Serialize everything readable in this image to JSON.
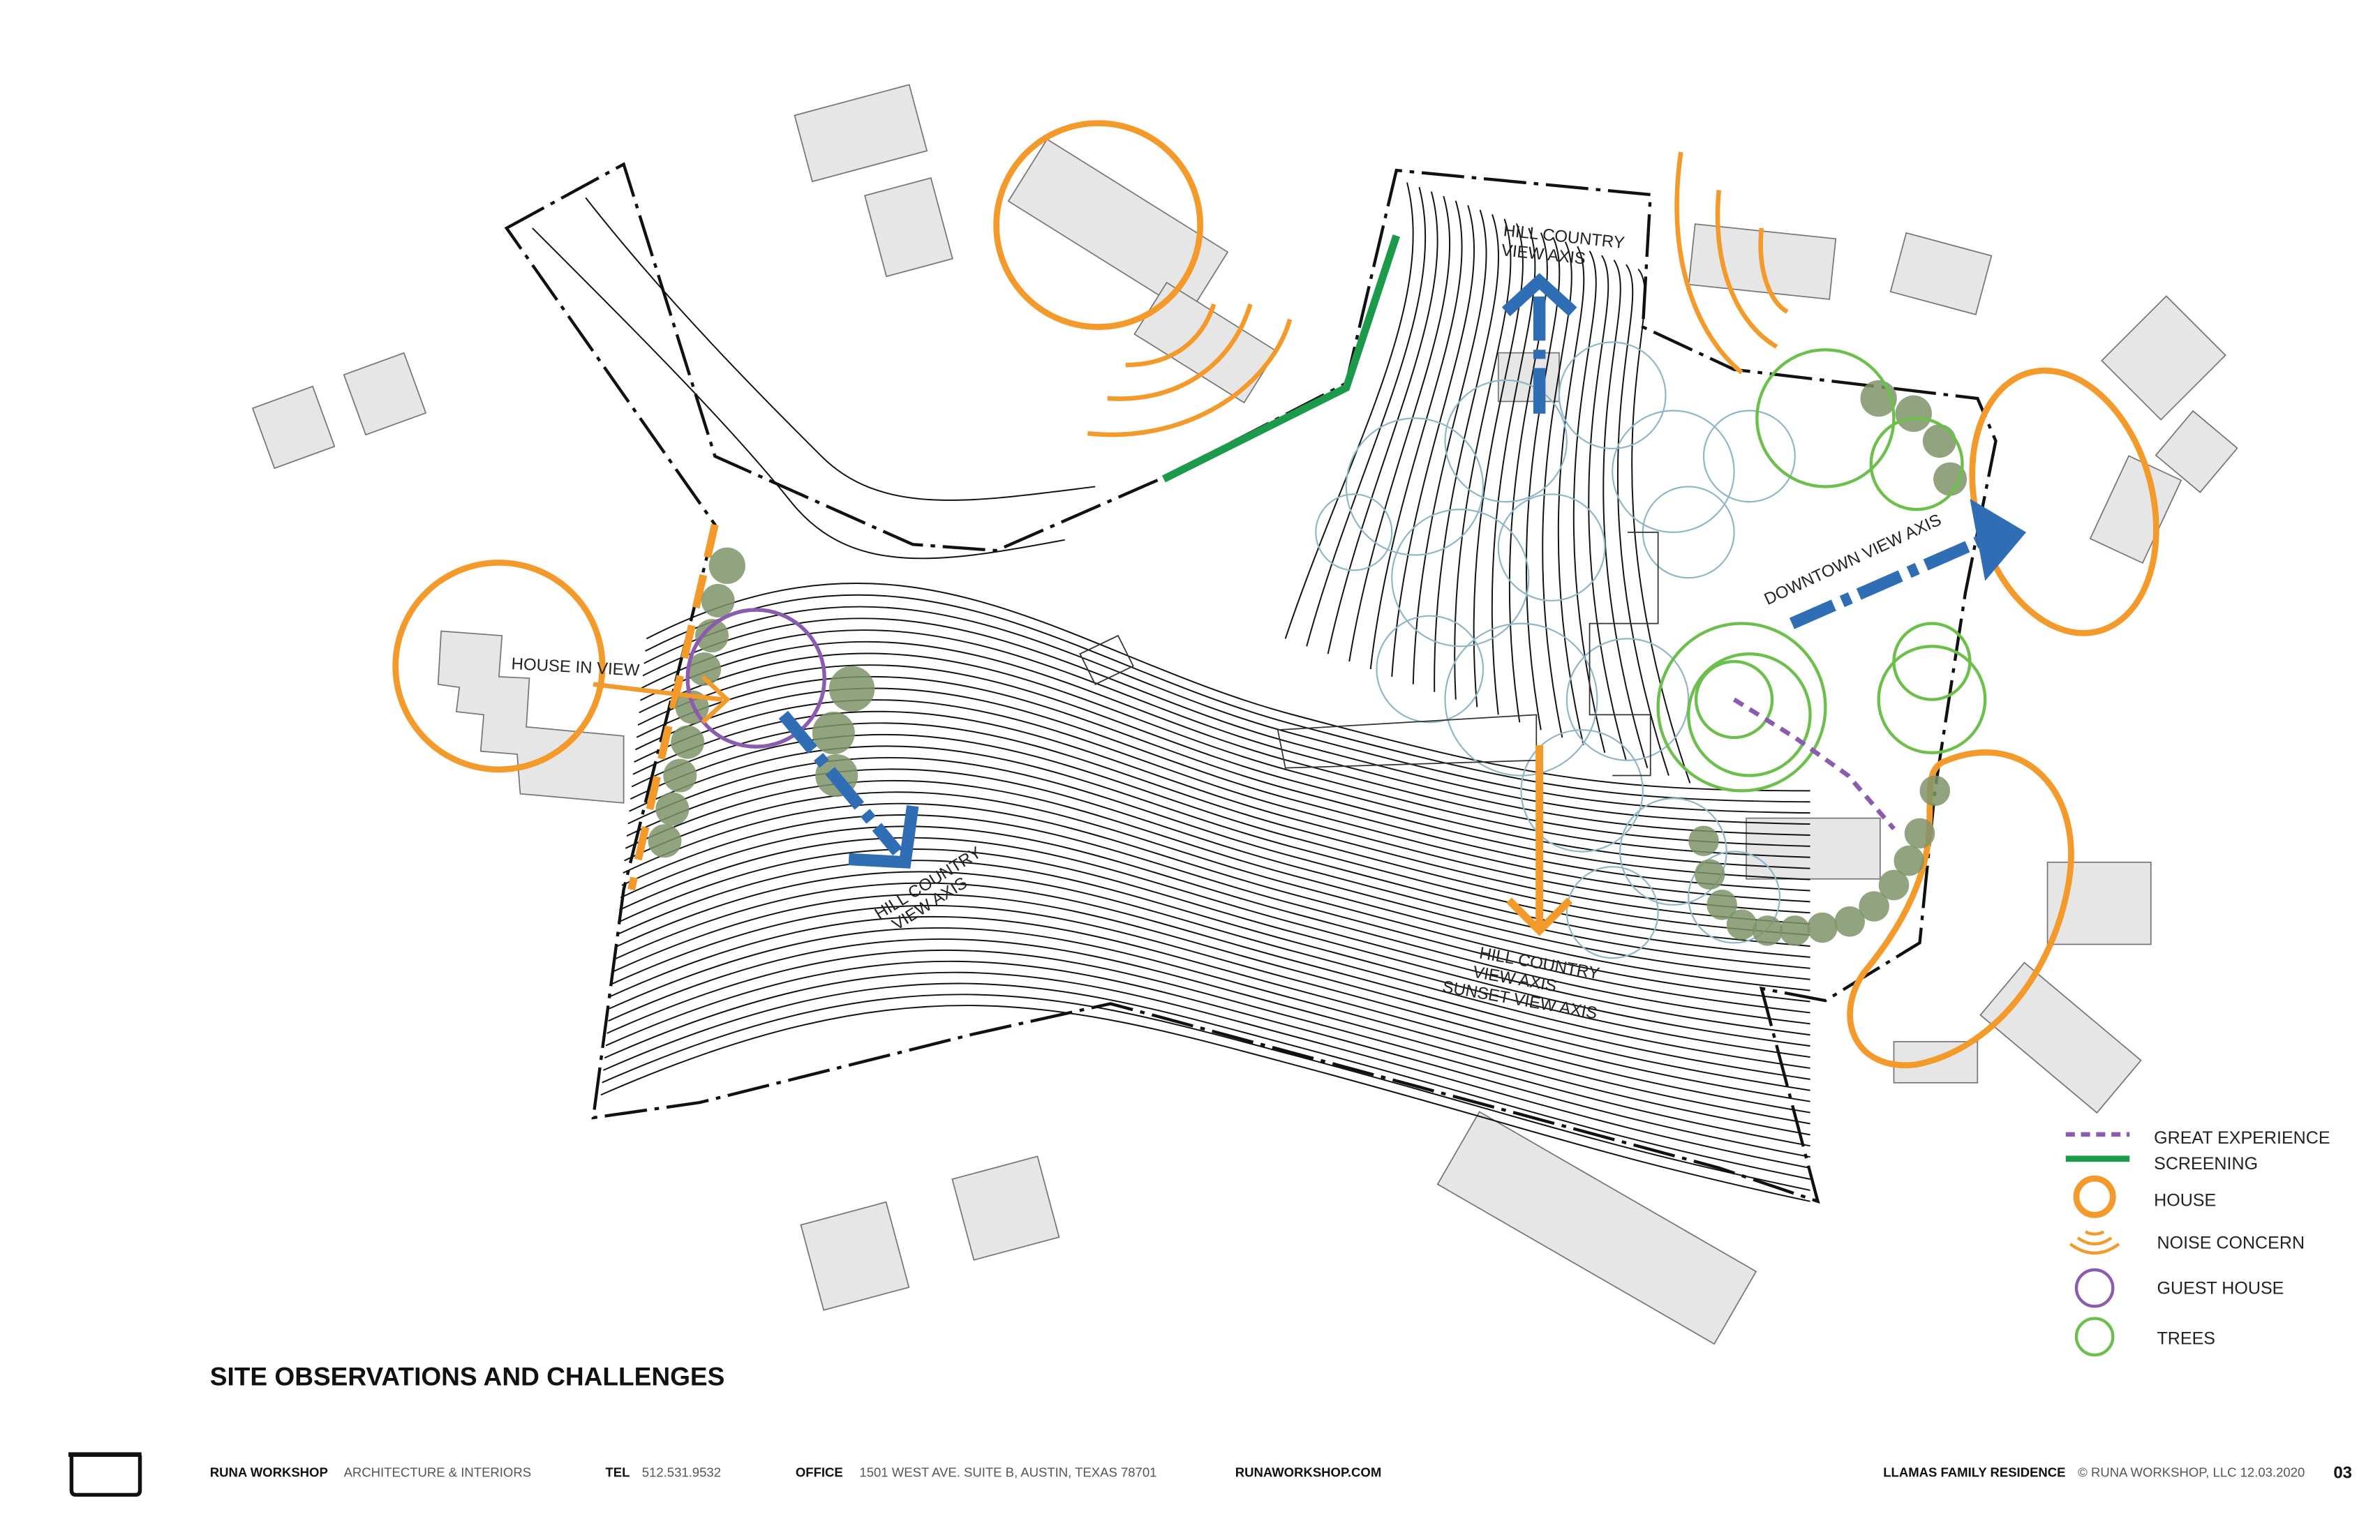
{
  "title": "SITE OBSERVATIONS AND CHALLENGES",
  "labels": {
    "house_in_view": "HOUSE IN VIEW",
    "hill_country_top_1": "HILL COUNTRY",
    "hill_country_top_2": "VIEW AXIS",
    "hill_country_left_1": "HILL COUNTRY",
    "hill_country_left_2": "VIEW AXIS",
    "downtown": "DOWNTOWN VIEW AXIS",
    "hill_country_bottom_1": "HILL COUNTRY",
    "hill_country_bottom_2": "VIEW AXIS",
    "sunset": "SUNSET VIEW AXIS"
  },
  "legend": [
    {
      "icon": "dashed-line",
      "label": "GREAT EXPERIENCE"
    },
    {
      "icon": "solid-line",
      "label": "SCREENING"
    },
    {
      "icon": "circle-orange",
      "label": "HOUSE"
    },
    {
      "icon": "noise-arcs",
      "label": "NOISE CONCERN"
    },
    {
      "icon": "circle-purple",
      "label": "GUEST HOUSE"
    },
    {
      "icon": "circle-green",
      "label": "TREES"
    }
  ],
  "footer": {
    "firm": "RUNA WORKSHOP",
    "firm_desc": "ARCHITECTURE & INTERIORS",
    "tel_label": "TEL",
    "tel": "512.531.9532",
    "office_label": "OFFICE",
    "office": "1501 WEST AVE. SUITE B, AUSTIN, TEXAS 78701",
    "website": "RUNAWORKSHOP.COM",
    "project": "LLAMAS FAMILY RESIDENCE",
    "copyright": "© RUNA WORKSHOP, LLC 12.03.2020",
    "page": "03"
  },
  "colors": {
    "orange": "#f39a2a",
    "blue": "#2f6db5",
    "green": "#1a9a4a",
    "purple": "#8a5bb0",
    "tree_green": "#6cbf4a",
    "tree_dot": "#7f9468",
    "tree_blue": "#8fb6c6"
  }
}
